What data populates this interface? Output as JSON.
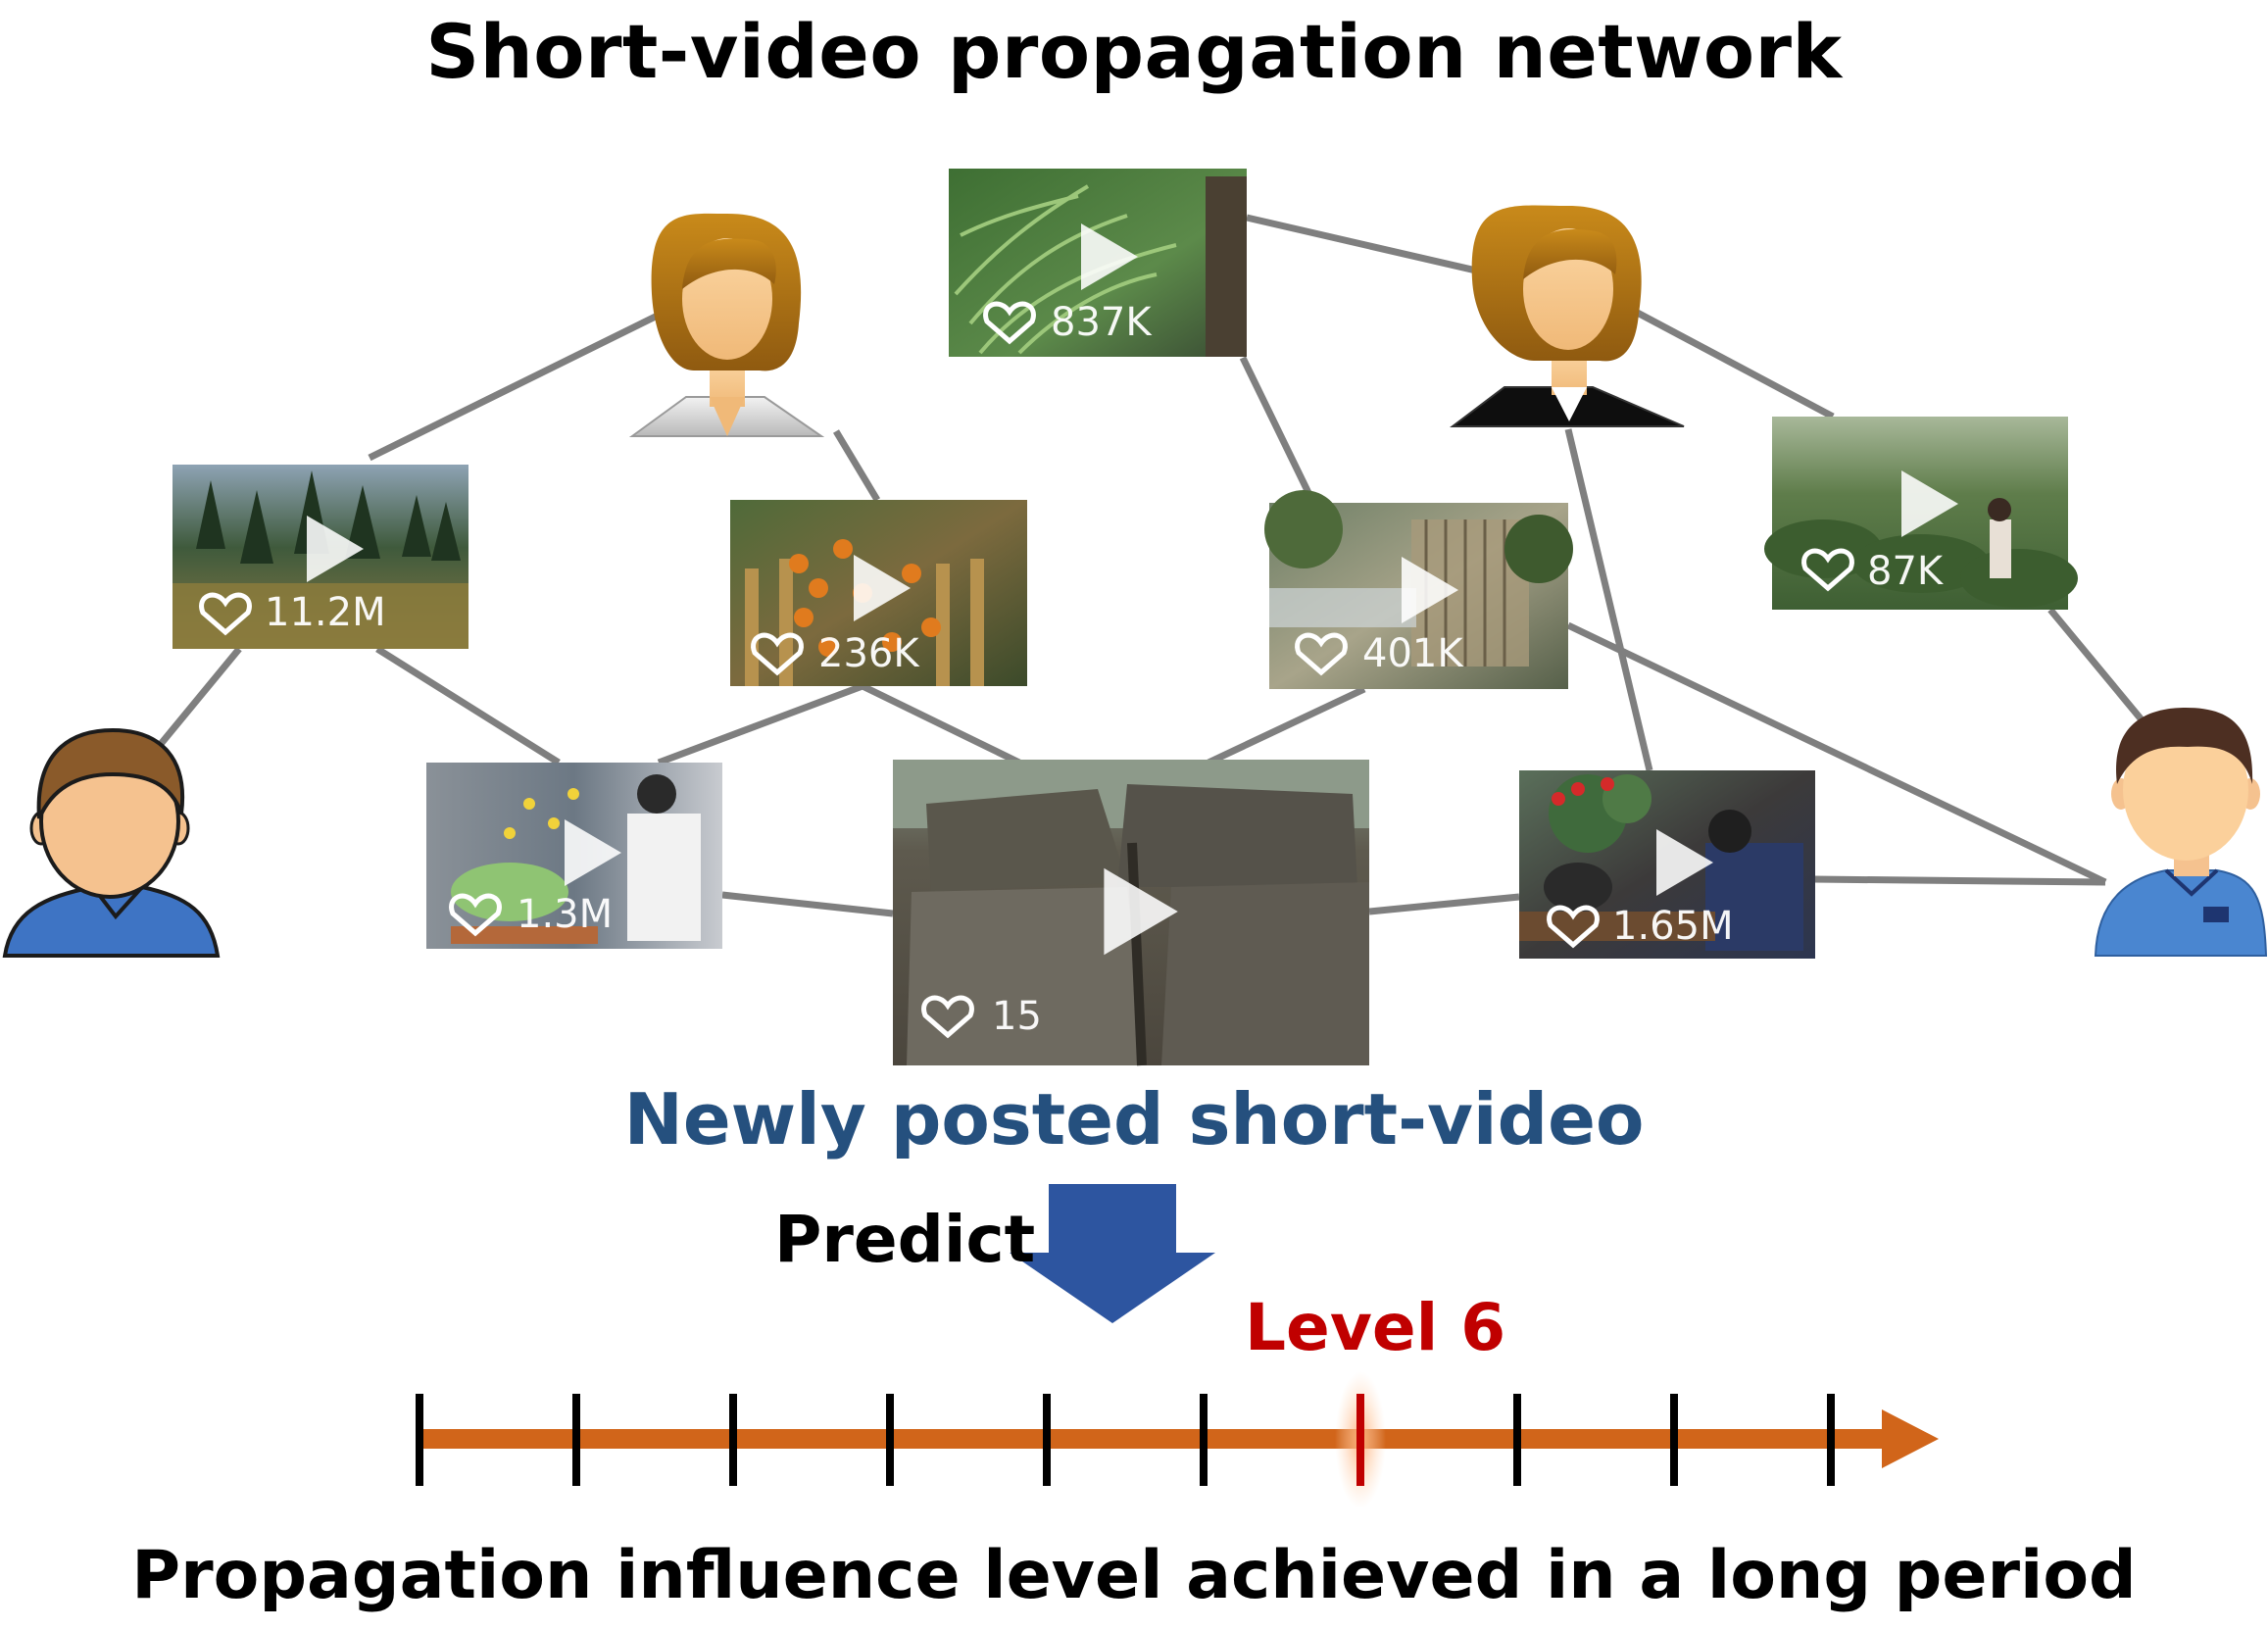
{
  "title": "Short-video propagation network",
  "videos": [
    {
      "likes": "11.2M"
    },
    {
      "likes": "236K"
    },
    {
      "likes": "837K"
    },
    {
      "likes": "401K"
    },
    {
      "likes": "87K"
    },
    {
      "likes": "1.3M"
    },
    {
      "likes": "15"
    },
    {
      "likes": "1.65M"
    }
  ],
  "new_video_label": "Newly posted short-video",
  "predict_label": "Predict",
  "level_label": "Level 6",
  "bottom_label": "Propagation influence level achieved in a long period",
  "colors": {
    "new_video_text": "#25507e",
    "level_text": "#c00000",
    "axis": "#d1651a",
    "arrow_down": "#2d55a0",
    "edge": "#7f7f7f"
  },
  "scale": {
    "tick_count": 10,
    "predicted_level": 6
  }
}
